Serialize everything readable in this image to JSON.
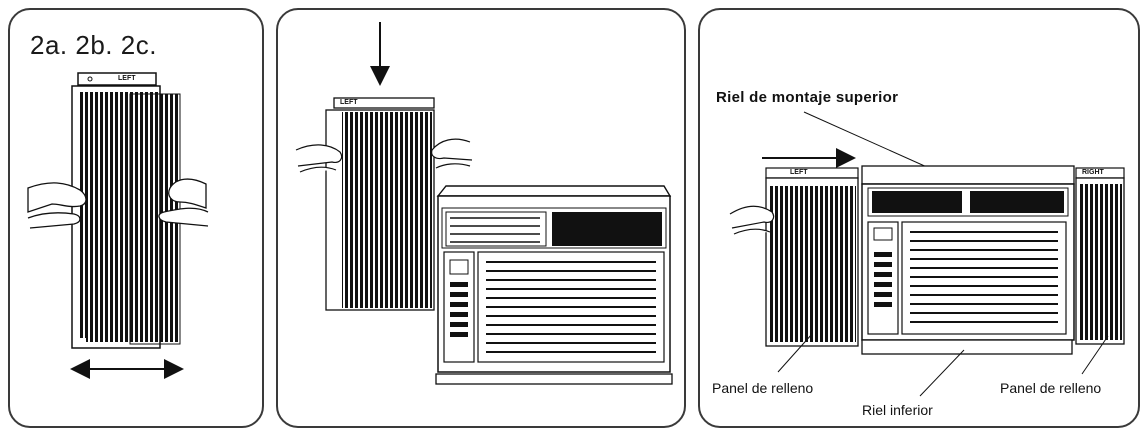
{
  "panel1": {
    "step_title": "2a. 2b. 2c.",
    "panel_tag": "LEFT"
  },
  "panel2": {
    "panel_tag": "LEFT"
  },
  "panel3": {
    "top_rail_label": "Riel de montaje superior",
    "left_filler_label": "Panel de relleno",
    "right_filler_label": "Panel de relleno",
    "bottom_rail_label": "Riel inferior",
    "left_tag": "LEFT",
    "right_tag": "RIGHT"
  }
}
